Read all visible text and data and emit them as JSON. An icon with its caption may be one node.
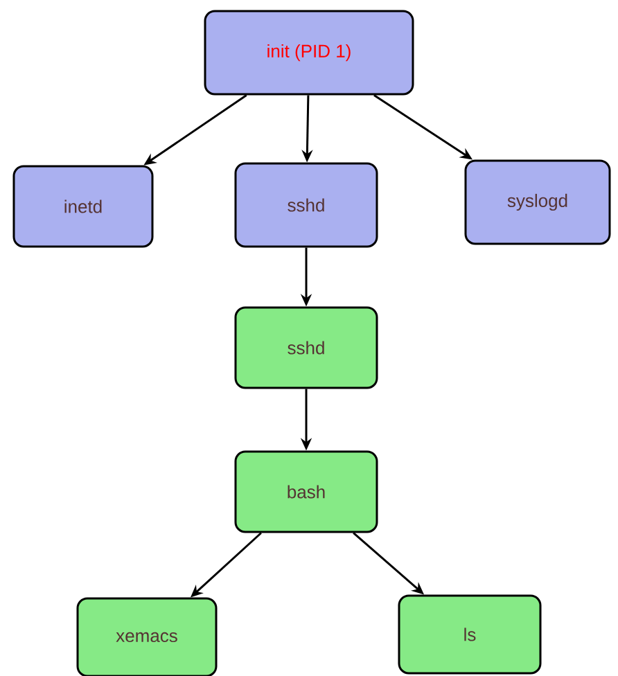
{
  "diagram": {
    "nodes": [
      {
        "text": [
          "init (PID 1)"
        ]
      },
      {
        "text": [
          "inetd"
        ]
      },
      {
        "text": [
          "sshd"
        ]
      },
      {
        "text": [
          "syslogd"
        ]
      },
      {
        "text": [
          "sshd"
        ]
      },
      {
        "text": [
          "bash"
        ]
      },
      {
        "text": [
          "xemacs"
        ]
      },
      {
        "text": [
          "ls"
        ]
      }
    ],
    "edges": [
      {
        "from": 0,
        "to": 1,
        "arrow": "to"
      },
      {
        "from": 0,
        "to": 2,
        "arrow": "to"
      },
      {
        "from": 0,
        "to": 3,
        "arrow": "to"
      },
      {
        "from": 2,
        "to": 4,
        "arrow": "to"
      },
      {
        "from": 4,
        "to": 5,
        "arrow": "to"
      },
      {
        "from": 5,
        "to": 6,
        "arrow": "to"
      },
      {
        "from": 5,
        "to": 7,
        "arrow": "to"
      }
    ]
  }
}
